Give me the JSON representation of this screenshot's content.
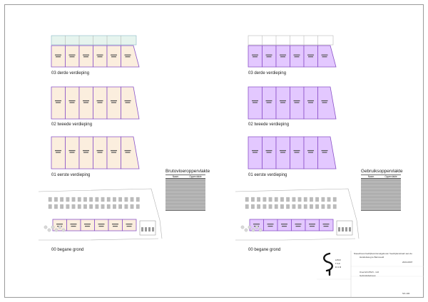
{
  "left_sheet_labels": {
    "f3": "03 derde verdieping",
    "f2": "02 tweede verdieping",
    "f1": "01 eerste verdieping",
    "f0": "00 begane grond"
  },
  "right_sheet_labels": {
    "f3": "03 derde verdieping",
    "f2": "02 tweede verdieping",
    "f1": "01 eerste verdieping",
    "f0": "00 begane grond"
  },
  "bvo_table": {
    "title": "Brutovloeroppervlakte",
    "col1": "Naam",
    "col2": "Oppervlakte"
  },
  "go_table": {
    "title": "Gebruiksoppervlakte",
    "col1": "Naam",
    "col2": "Oppervlakte"
  },
  "title_block": {
    "project": "Nieuwbouw bedrijfsverzamelgebouw 'Veelzijdenstraat' aan de",
    "project2": "Handelsweg te Barneveld",
    "doc": "Overzicht BVO - GO",
    "doc2": "Gebruiksbebouw",
    "number": "2024-0007",
    "sheet": "SO-100"
  },
  "colors": {
    "unit_fill_left": "#fbeede",
    "unit_fill_right": "#e3c8ff",
    "unit_stroke": "#8a52c8",
    "ground_line": "#b0b0b0"
  }
}
